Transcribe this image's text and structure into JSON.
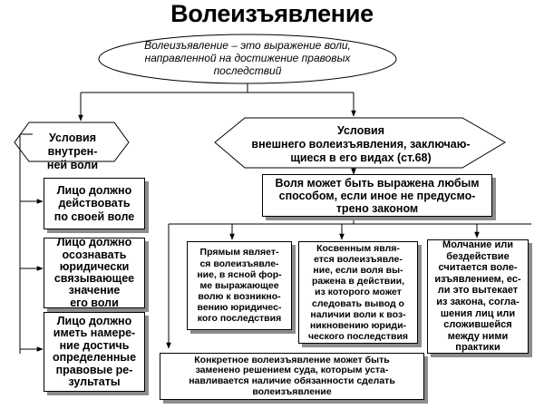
{
  "title": "Волеизъявление",
  "definition": "Волеизъявление – это выражение воли,\nнаправленной на достижение правовых\nпоследствий",
  "internal": {
    "heading": "Условия внутрен-\nней воли",
    "items": [
      "Лицо должно\nдействовать\nпо своей воле",
      "Лицо должно\nосознавать\nюридически\nсвязывающее\nзначение\nего воли",
      "Лицо должно\nиметь намере-\nние достичь\nопределенные\nправовые ре-\nзультаты"
    ]
  },
  "external": {
    "heading": "Условия\nвнешнего волеизъявления, заключаю-\nщиеся в его видах (ст.68)",
    "any_form": "Воля может быть выражена любым\nспособом, если иное не предусмо-\nтрено законом",
    "kinds": [
      "Прямым являет-\nся волеизъявле-\nние, в ясной фор-\nме выражающее\nволю к возникно-\nвению юридичес-\nкого последствия",
      "Косвенным явля-\nется волеизъявле-\nние, если воля вы-\nражена в действии,\nиз которого может\nследовать вывод о\nналичии воли к воз-\nникновению юриди-\nческого последствия",
      "Молчание или\nбездействие\nсчитается воле-\nизъявлением, ес-\nли это вытекает\nиз закона, согла-\nшения лиц или\nсложившейся\nмежду ними практики"
    ],
    "court": "Конкретное волеизъявление может быть\nзаменено решением суда, которым уста-\nнавливается наличие обязанности сделать\nволеизъявление"
  }
}
